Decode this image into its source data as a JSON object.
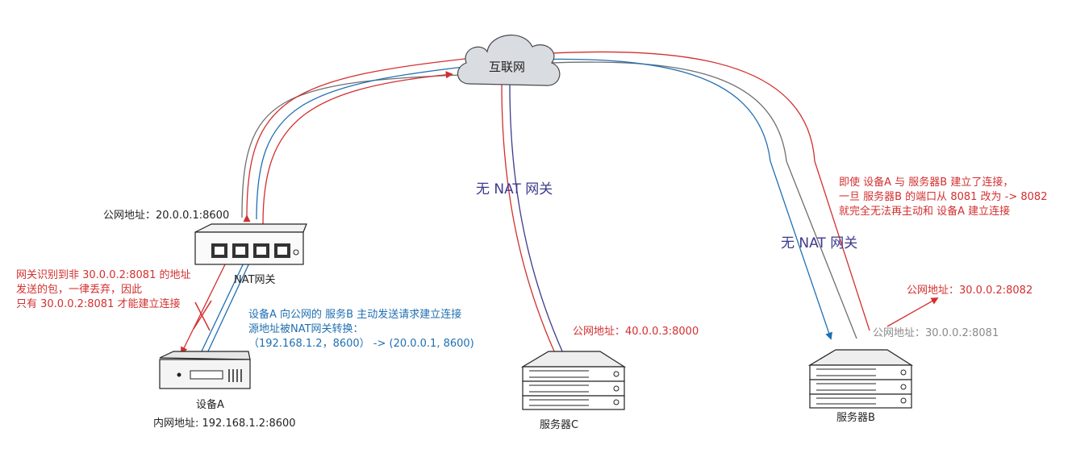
{
  "cloud": {
    "label": "互联网"
  },
  "nat_gateway": {
    "label": "NAT网关",
    "public_address": "公网地址：20.0.0.1:8600"
  },
  "device_a": {
    "label": "设备A",
    "internal_address": "内网地址: 192.168.1.2:8600"
  },
  "server_c": {
    "label": "服务器C",
    "public_address": "公网地址：40.0.0.3:8000",
    "no_nat": "无 NAT 网关"
  },
  "server_b": {
    "label": "服务器B",
    "public_address_new": "公网地址：30.0.0.2:8082",
    "public_address_old": "公网地址：30.0.0.2:8081",
    "no_nat": "无 NAT 网关"
  },
  "notes": {
    "gateway_filter": [
      "网关识别到非 30.0.0.2:8081 的地址",
      "发送的包，一律丢弃，因此",
      "只有 30.0.0.2:8081 才能建立连接"
    ],
    "outbound": [
      "设备A 向公网的 服务B 主动发送请求建立连接",
      "源地址被NAT网关转换：",
      "（192.168.1.2，8600） -> (20.0.0.1, 8600)"
    ],
    "port_change": [
      "即使 设备A 与 服务器B 建立了连接，",
      "一旦 服务器B 的端口从 8081 改为 -> 8082",
      "就完全无法再主动和 设备A 建立连接"
    ]
  },
  "colors": {
    "red": "#d32f2f",
    "blue": "#1f6fb2",
    "grey": "#6e6e6e",
    "purple": "#3d3a8c"
  }
}
